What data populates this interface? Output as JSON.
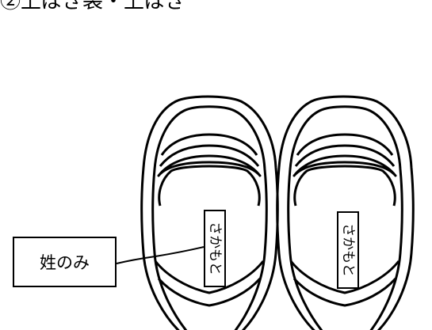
{
  "heading": "②上ばき袋・上ばき",
  "callout": {
    "label": "姓のみ"
  },
  "shoes": [
    {
      "side": "left",
      "name_tag": "さかもと"
    },
    {
      "side": "right",
      "name_tag": "さかもと"
    }
  ],
  "colors": {
    "line": "#000000",
    "background": "#ffffff"
  }
}
